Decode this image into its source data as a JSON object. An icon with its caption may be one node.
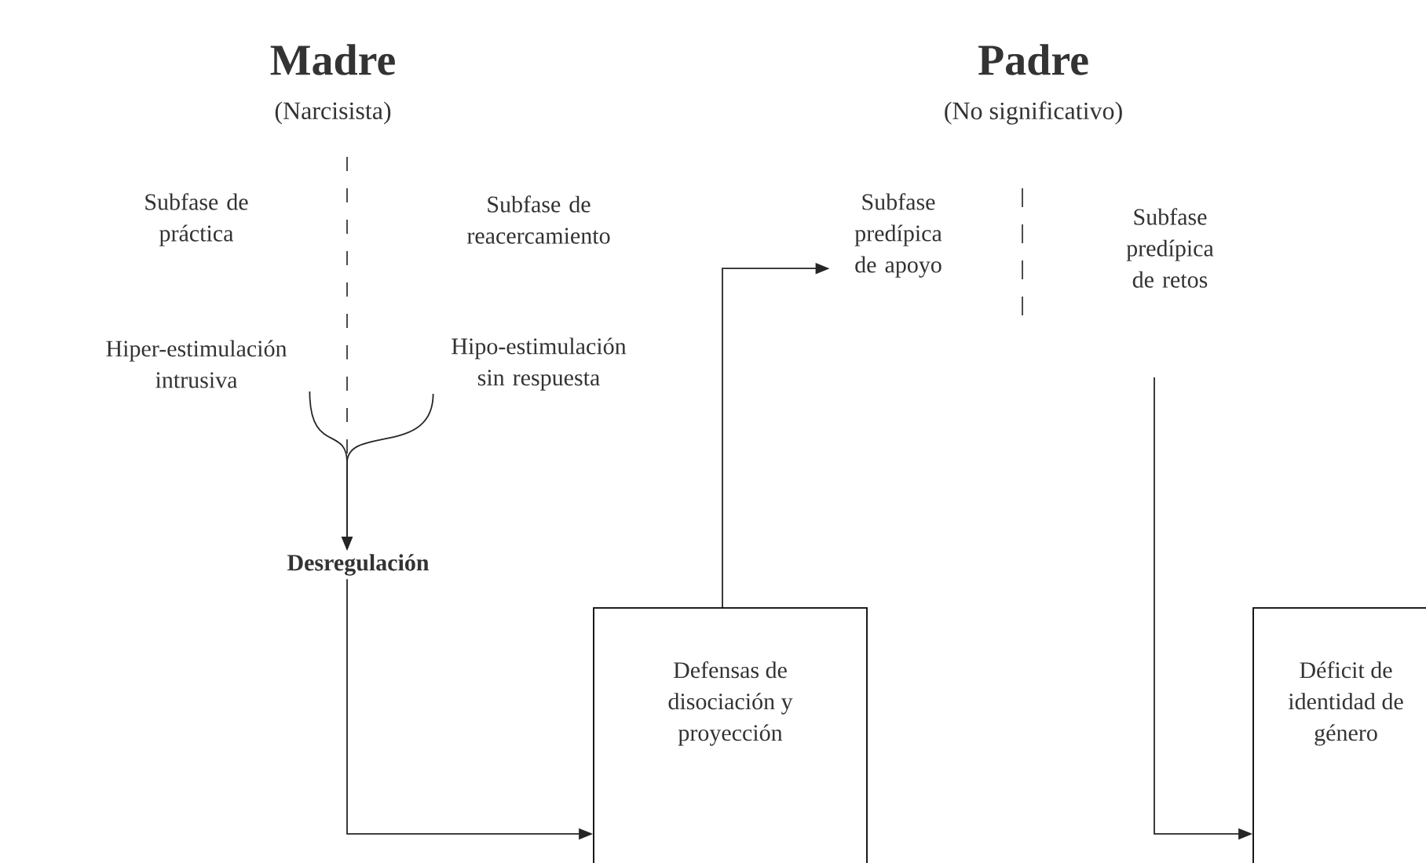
{
  "diagram": {
    "nodes": [
      {
        "text": [
          "Subfase de práctica"
        ]
      },
      {
        "text": [
          "Subfase de reacercamiento"
        ]
      },
      {
        "text": [
          "Hiper-estimulación intrusiva"
        ]
      },
      {
        "text": [
          "Hipo-estimulación sin respuesta"
        ]
      },
      {
        "text": [
          "Desregulación"
        ]
      },
      {
        "text": [
          "Defensas de disociación y proyección"
        ]
      },
      {
        "text": [
          "Subfase predípica de apoyo"
        ]
      },
      {
        "text": [
          "Subfase predípica de retos"
        ]
      },
      {
        "text": [
          "Déficit de identidad de género"
        ]
      }
    ],
    "edges": [
      {
        "from": 2,
        "to": 4,
        "arrow": "to"
      },
      {
        "from": 3,
        "to": 4,
        "arrow": "to"
      },
      {
        "from": 4,
        "to": 5,
        "arrow": "to"
      },
      {
        "from": 5,
        "to": 6,
        "arrow": "to"
      },
      {
        "from": 7,
        "to": 8,
        "arrow": "to"
      }
    ],
    "labels": [
      "Madre",
      "(Narcisista)",
      "Padre",
      "(No significativo)"
    ]
  }
}
